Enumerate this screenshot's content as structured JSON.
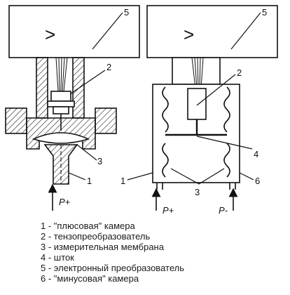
{
  "left_diagram": {
    "box_label": "5",
    "box_symbol": ">",
    "callouts": [
      "2",
      "3",
      "1"
    ],
    "pressure": "P+"
  },
  "right_diagram": {
    "box_label": "5",
    "box_symbol": ">",
    "callouts": [
      "2",
      "4",
      "1",
      "6",
      "3"
    ],
    "pressure_left": "P+",
    "pressure_right": "P-"
  },
  "legend": [
    "1 - \"плюсовая\" камера",
    "2 - тензопреобразователь",
    "3 - измерительная мембрана",
    "4 - шток",
    "5 - электронный преобразователь",
    "6 - \"минусовая\" камера"
  ]
}
